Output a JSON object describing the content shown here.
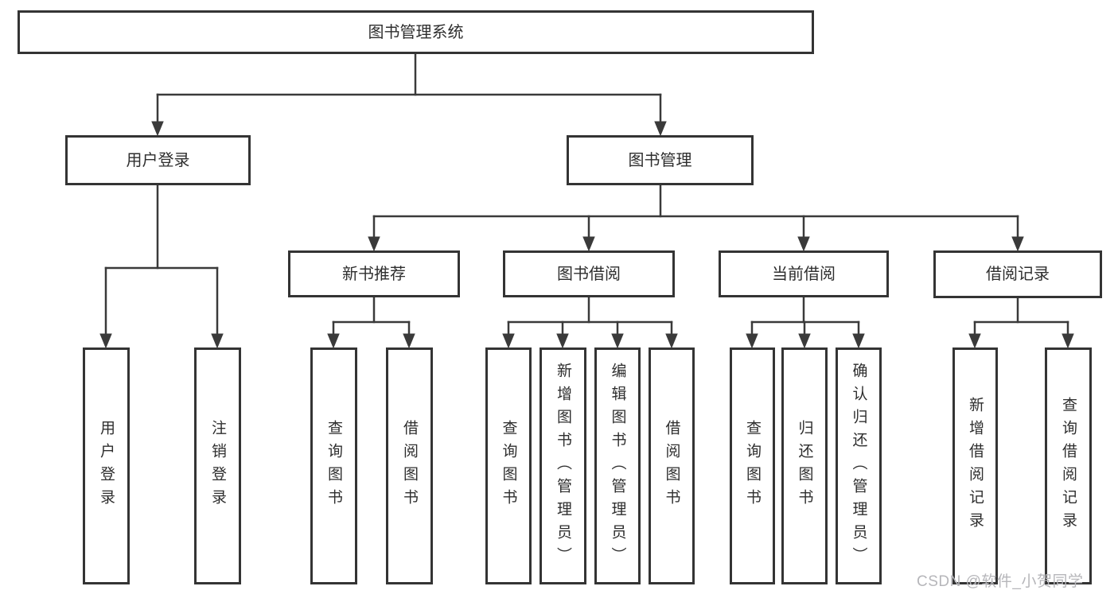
{
  "diagram": {
    "type": "hierarchy-tree",
    "colors": {
      "line": "#3a3a3a",
      "box_border": "#343434",
      "box_background": "#ffffff",
      "text": "#2e2e2e",
      "watermark": "#b6b6ba"
    },
    "tree": {
      "label": "图书管理系统",
      "children": [
        {
          "label": "用户登录",
          "children": [
            {
              "label": "用户登录"
            },
            {
              "label": "注销登录"
            }
          ]
        },
        {
          "label": "图书管理",
          "children": [
            {
              "label": "新书推荐",
              "children": [
                {
                  "label": "查询图书"
                },
                {
                  "label": "借阅图书"
                }
              ]
            },
            {
              "label": "图书借阅",
              "children": [
                {
                  "label": "查询图书"
                },
                {
                  "label": "新增图书（管理员）"
                },
                {
                  "label": "编辑图书（管理员）"
                },
                {
                  "label": "借阅图书"
                }
              ]
            },
            {
              "label": "当前借阅",
              "children": [
                {
                  "label": "查询图书"
                },
                {
                  "label": "归还图书"
                },
                {
                  "label": "确认归还（管理员）"
                }
              ]
            },
            {
              "label": "借阅记录",
              "children": [
                {
                  "label": "新增借阅记录"
                },
                {
                  "label": "查询借阅记录"
                }
              ]
            }
          ]
        }
      ]
    },
    "watermark": "CSDN @软件_小贺同学"
  }
}
